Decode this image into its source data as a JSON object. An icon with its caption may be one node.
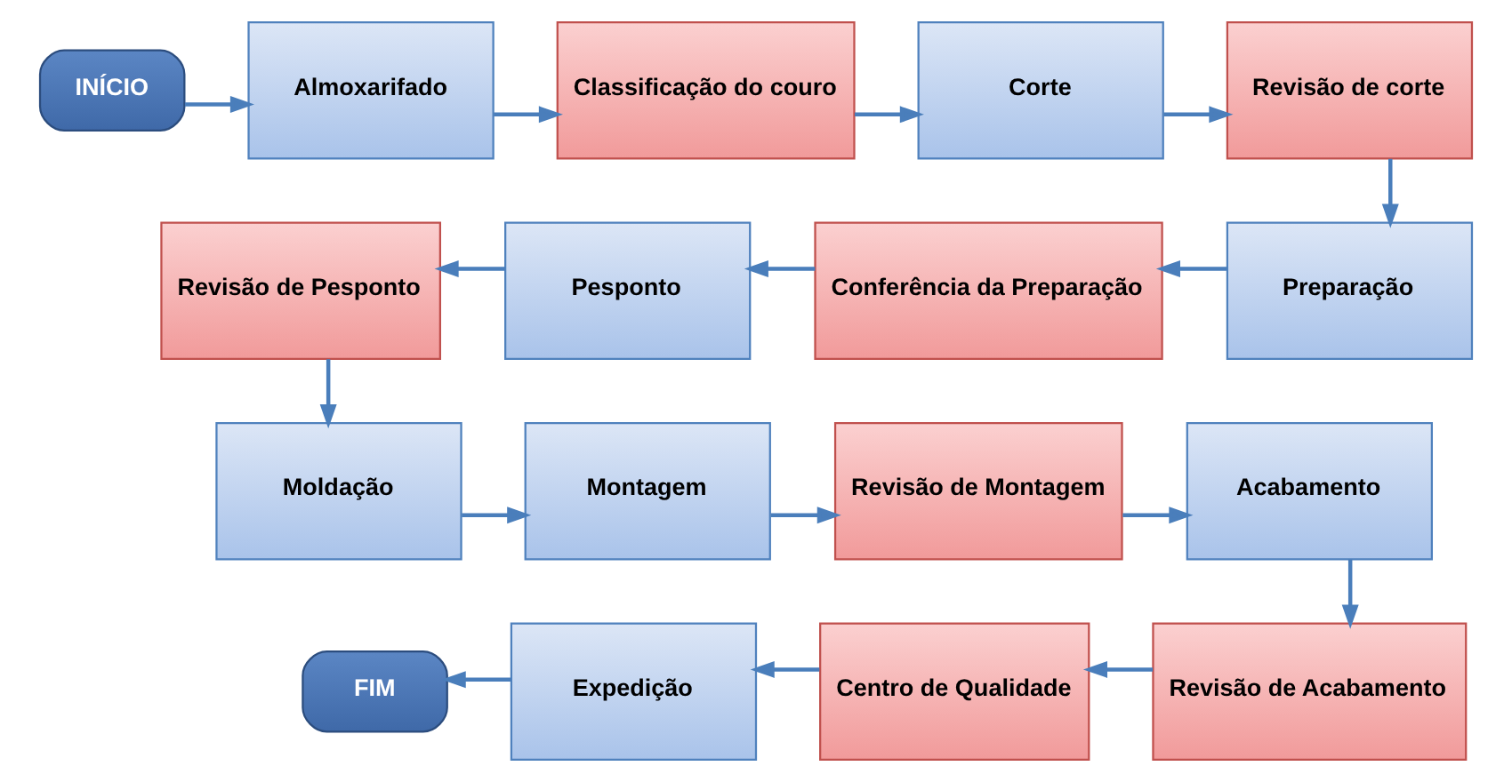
{
  "diagram": {
    "nodes": [
      {
        "text": [
          "INÍCIO"
        ]
      },
      {
        "text": [
          "Almoxarifado"
        ]
      },
      {
        "text": [
          "Classificação do couro"
        ]
      },
      {
        "text": [
          "Corte"
        ]
      },
      {
        "text": [
          "Revisão de corte"
        ]
      },
      {
        "text": [
          "Preparação"
        ]
      },
      {
        "text": [
          "Conferência da Preparação"
        ]
      },
      {
        "text": [
          "Pesponto"
        ]
      },
      {
        "text": [
          "Revisão de Pesponto"
        ]
      },
      {
        "text": [
          "Moldação"
        ]
      },
      {
        "text": [
          "Montagem"
        ]
      },
      {
        "text": [
          "Revisão de Montagem"
        ]
      },
      {
        "text": [
          "Acabamento"
        ]
      },
      {
        "text": [
          "Revisão de Acabamento"
        ]
      },
      {
        "text": [
          "Centro de Qualidade"
        ]
      },
      {
        "text": [
          "Expedição"
        ]
      },
      {
        "text": [
          "FIM"
        ]
      }
    ],
    "edges": [
      {
        "from": 0,
        "to": 1,
        "arrow": "to"
      },
      {
        "from": 1,
        "to": 2,
        "arrow": "to"
      },
      {
        "from": 2,
        "to": 3,
        "arrow": "to"
      },
      {
        "from": 3,
        "to": 4,
        "arrow": "to"
      },
      {
        "from": 4,
        "to": 5,
        "arrow": "to"
      },
      {
        "from": 5,
        "to": 6,
        "arrow": "to"
      },
      {
        "from": 6,
        "to": 7,
        "arrow": "to"
      },
      {
        "from": 7,
        "to": 8,
        "arrow": "to"
      },
      {
        "from": 8,
        "to": 9,
        "arrow": "to"
      },
      {
        "from": 9,
        "to": 10,
        "arrow": "to"
      },
      {
        "from": 10,
        "to": 11,
        "arrow": "to"
      },
      {
        "from": 11,
        "to": 12,
        "arrow": "to"
      },
      {
        "from": 12,
        "to": 13,
        "arrow": "to"
      },
      {
        "from": 13,
        "to": 14,
        "arrow": "to"
      },
      {
        "from": 14,
        "to": 15,
        "arrow": "to"
      },
      {
        "from": 15,
        "to": 16,
        "arrow": "to"
      }
    ]
  }
}
